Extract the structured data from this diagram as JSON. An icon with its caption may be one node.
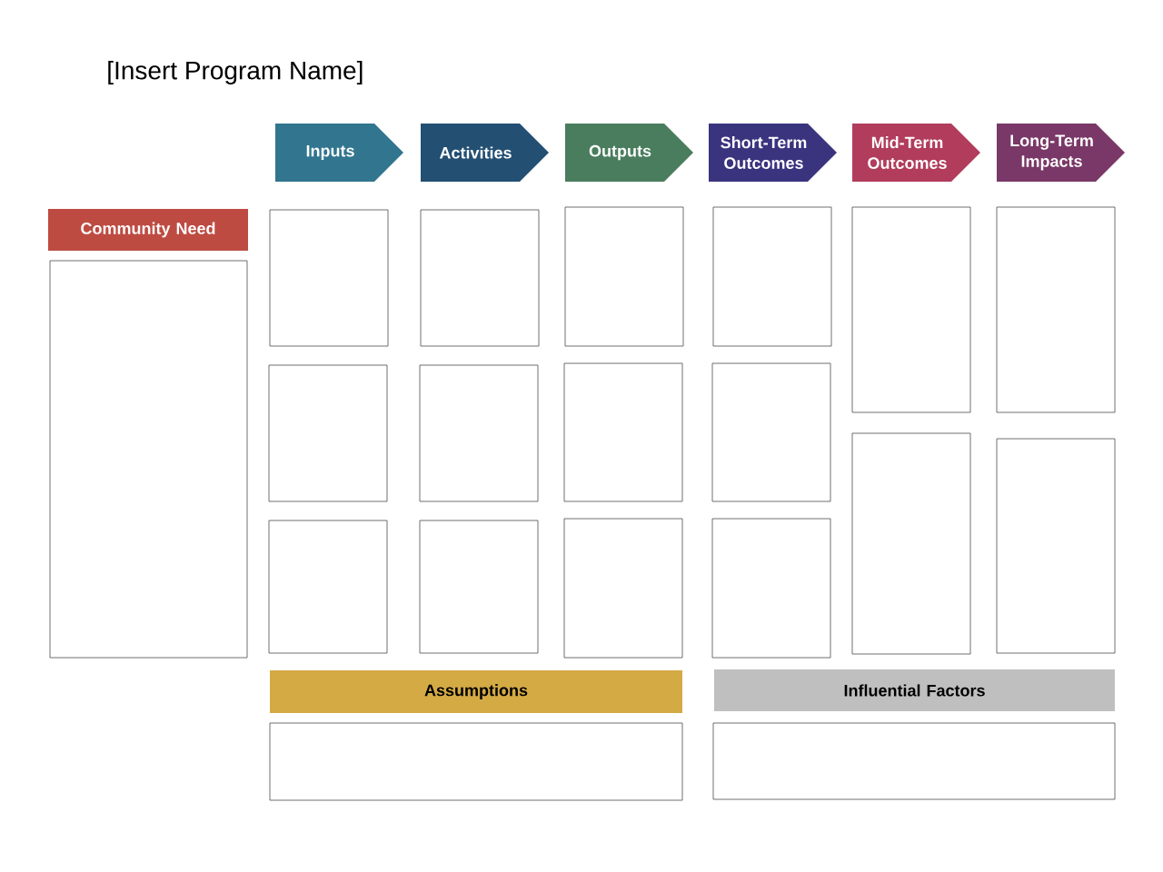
{
  "diagram": {
    "title": "[Insert Program Name]",
    "nodes": [
      {
        "text": [
          "Inputs"
        ]
      },
      {
        "text": [
          "Activities"
        ]
      },
      {
        "text": [
          "Outputs"
        ]
      },
      {
        "text": [
          "Short-Term Outcomes"
        ]
      },
      {
        "text": [
          "Mid-Term Outcomes"
        ]
      },
      {
        "text": [
          "Long-Term Impacts"
        ]
      },
      {
        "text": [
          "Community Need"
        ]
      },
      {
        "text": [],
        "shape": "box"
      },
      {
        "text": [],
        "shape": "box"
      },
      {
        "text": [],
        "shape": "box"
      },
      {
        "text": [],
        "shape": "box"
      },
      {
        "text": [],
        "shape": "box"
      },
      {
        "text": [],
        "shape": "box"
      },
      {
        "text": [],
        "shape": "box"
      },
      {
        "text": [],
        "shape": "box"
      },
      {
        "text": [],
        "shape": "box"
      },
      {
        "text": [],
        "shape": "box"
      },
      {
        "text": [],
        "shape": "box"
      },
      {
        "text": [],
        "shape": "box"
      },
      {
        "text": [],
        "shape": "box"
      },
      {
        "text": [],
        "shape": "box"
      },
      {
        "text": [],
        "shape": "box"
      },
      {
        "text": [],
        "shape": "box"
      },
      {
        "text": [],
        "shape": "box"
      },
      {
        "text": [
          "Assumptions"
        ]
      },
      {
        "text": [
          "Influential Factors"
        ]
      },
      {
        "text": [],
        "shape": "box"
      },
      {
        "text": [],
        "shape": "box"
      }
    ]
  }
}
